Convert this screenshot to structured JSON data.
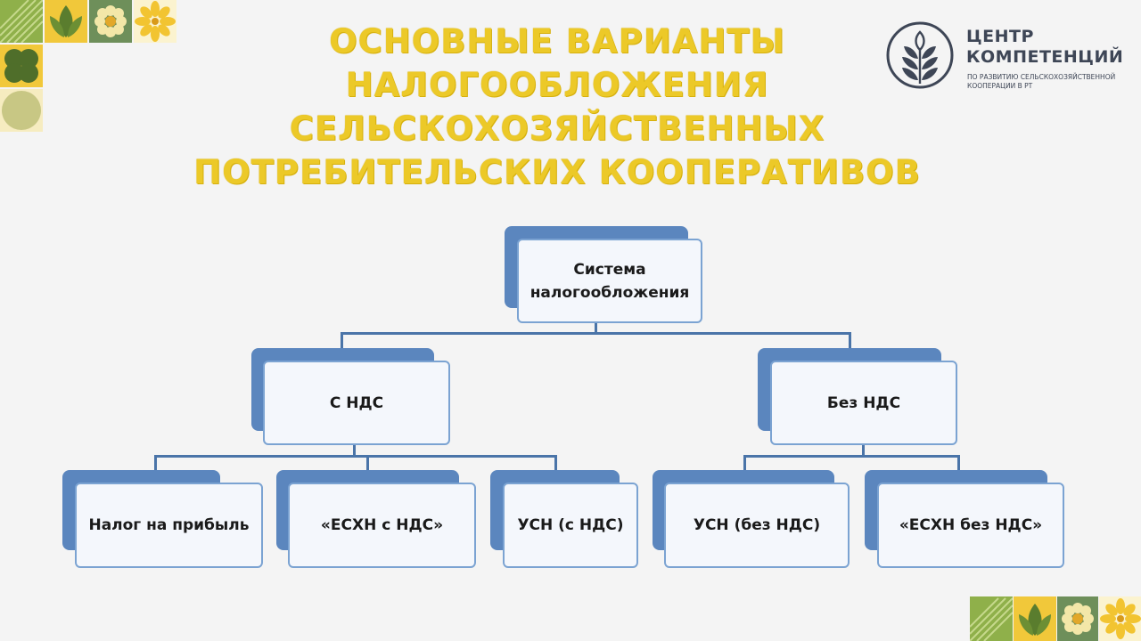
{
  "title": {
    "line1": "ОСНОВНЫЕ ВАРИАНТЫ",
    "line2": "НАЛОГООБЛОЖЕНИЯ",
    "line3": "СЕЛЬСКОХОЗЯЙСТВЕННЫХ",
    "line4": "ПОТРЕБИТЕЛЬСКИХ КООПЕРАТИВОВ"
  },
  "logo": {
    "name_line1": "ЦЕНТР",
    "name_line2": "КОМПЕТЕНЦИЙ",
    "sub_line1": "ПО РАЗВИТИЮ СЕЛЬСКОХОЗЯЙСТВЕННОЙ",
    "sub_line2": "КООПЕРАЦИИ В РТ"
  },
  "diagram": {
    "root": "Система налогообложения",
    "branch_vat": "С НДС",
    "branch_novat": "Без НДС",
    "vat_children": [
      "Налог на прибыль",
      "«ЕСХН с НДС»",
      "УСН (с НДС)"
    ],
    "novat_children": [
      "УСН (без НДС)",
      "«ЕСХН без НДС»"
    ]
  },
  "colors": {
    "title": "#ecc928",
    "node_back": "#5b86be",
    "node_border": "#7ba3d2",
    "node_fill": "#f4f7fc",
    "connector": "#4a74a8",
    "logo": "#3e4656"
  }
}
